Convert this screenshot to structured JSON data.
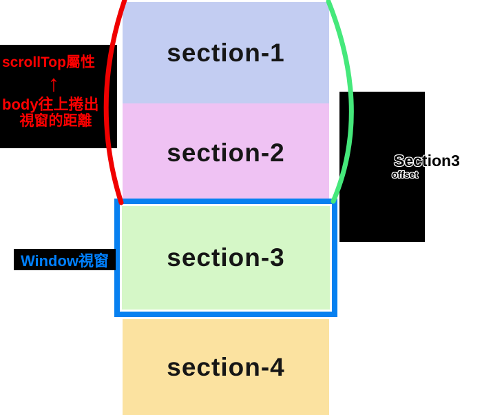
{
  "canvas": {
    "background": "#ffffff"
  },
  "sections": [
    {
      "label": "section-1",
      "color": "#c3cdf2"
    },
    {
      "label": "section-2",
      "color": "#efc2f3"
    },
    {
      "label": "section-3",
      "color": "#d5f7c7"
    },
    {
      "label": "section-4",
      "color": "#fbe2a0"
    }
  ],
  "viewport_box": {
    "border_color": "#0780f0"
  },
  "scrolltop_annotation": {
    "bg": "#000000",
    "text_color": "#ff0000",
    "line1": "scrollTop屬性",
    "arrow": "↑",
    "line2": "body往上捲出",
    "line3": "視窗的距離"
  },
  "window_label": {
    "bg": "#000000",
    "text_color": "#0080ff",
    "text": "Window視窗"
  },
  "right_box": {
    "bg": "#000000",
    "label_line1": "Section3",
    "label_line2": "offset"
  },
  "curves": {
    "left_color": "#f00000",
    "right_color": "#45e87b"
  }
}
